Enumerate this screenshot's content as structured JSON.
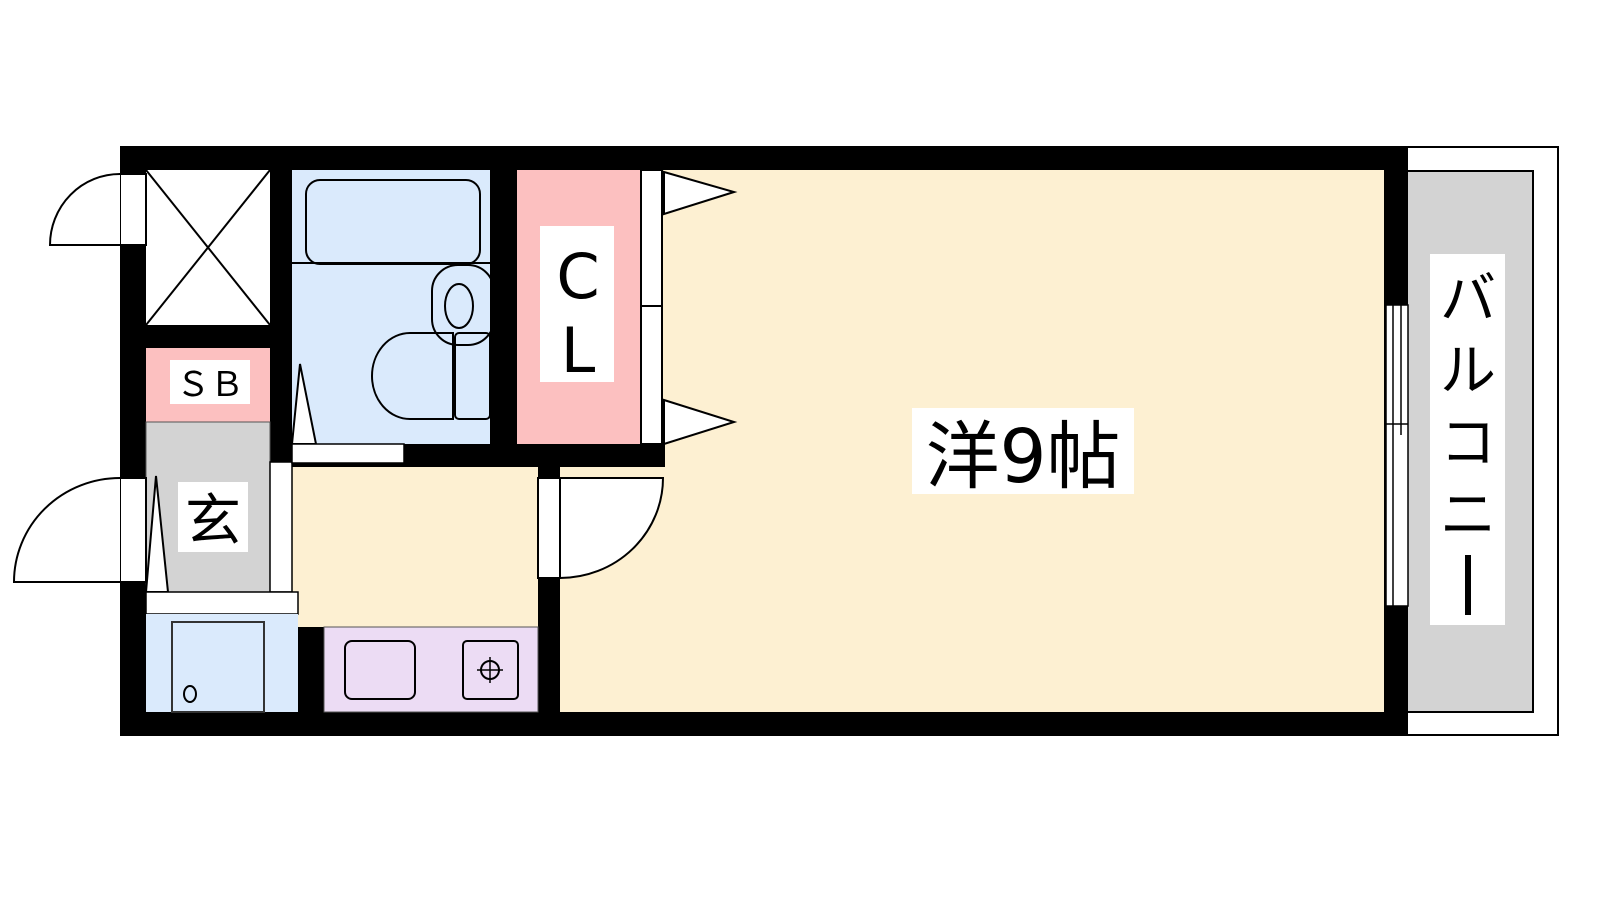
{
  "floorplan": {
    "rooms": {
      "western_room": "洋9帖",
      "closet": [
        "C",
        "L"
      ],
      "shoe_box": "ＳＢ",
      "entrance": "玄",
      "balcony": [
        "バ",
        "ル",
        "コ",
        "ニ",
        "ー"
      ]
    },
    "colors": {
      "wall": "#000000",
      "western_room": "#fdf0d2",
      "closet": "#fcc0c0",
      "bath": "#daeafc",
      "entrance": "#d3d3d3",
      "kitchen": "#ecdcf4",
      "balcony": "#d3d3d3"
    }
  }
}
